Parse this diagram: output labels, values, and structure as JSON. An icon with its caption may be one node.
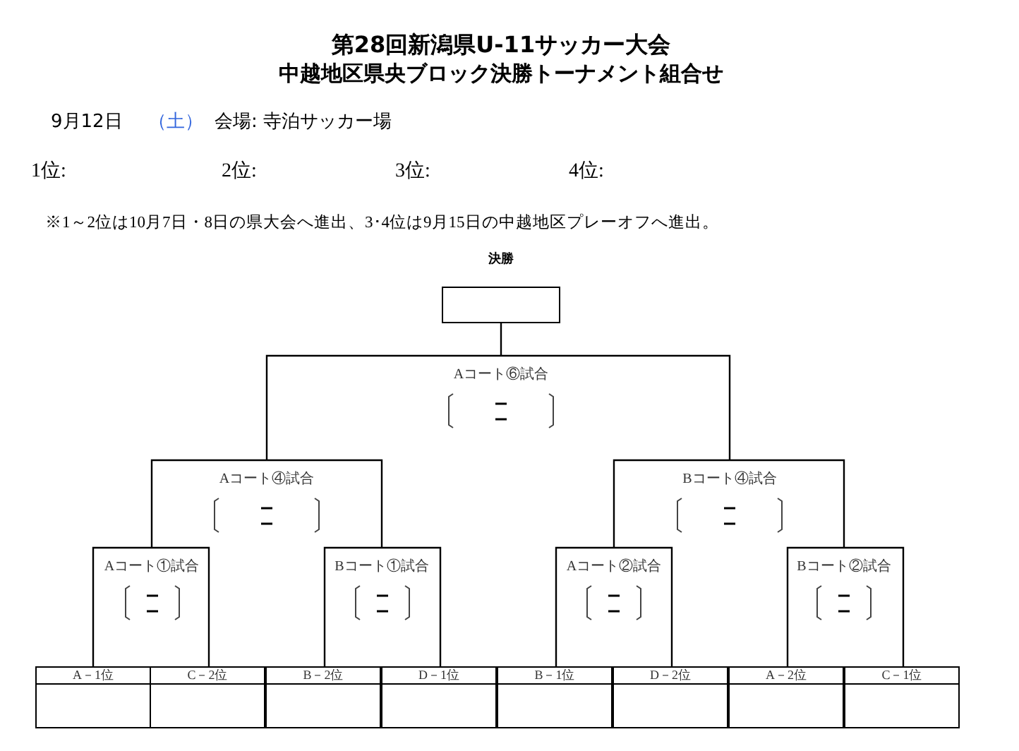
{
  "diagram": {
    "title": "第28回新潟県U-11サッカー大会",
    "nodes": [
      {
        "text": [
          "決勝"
        ]
      },
      {
        "text": [
          "Aコート⑥試合"
        ]
      },
      {
        "text": [
          "Aコート④試合"
        ]
      },
      {
        "text": [
          "Bコート④試合"
        ]
      },
      {
        "text": [
          "Aコート①試合"
        ]
      },
      {
        "text": [
          "Bコート①試合"
        ]
      },
      {
        "text": [
          "Aコート②試合"
        ]
      },
      {
        "text": [
          "Bコート②試合"
        ]
      },
      {
        "text": [
          "A－1位"
        ]
      },
      {
        "text": [
          "C－2位"
        ]
      },
      {
        "text": [
          "B－2位"
        ]
      },
      {
        "text": [
          "D－1位"
        ]
      },
      {
        "text": [
          "B－1位"
        ]
      },
      {
        "text": [
          "D－2位"
        ]
      },
      {
        "text": [
          "A－2位"
        ]
      },
      {
        "text": [
          "C－1位"
        ]
      }
    ],
    "edges": [
      {
        "from": 8,
        "to": 4,
        "arrow": "none"
      },
      {
        "from": 9,
        "to": 4,
        "arrow": "none"
      },
      {
        "from": 10,
        "to": 5,
        "arrow": "none"
      },
      {
        "from": 11,
        "to": 5,
        "arrow": "none"
      },
      {
        "from": 12,
        "to": 6,
        "arrow": "none"
      },
      {
        "from": 13,
        "to": 6,
        "arrow": "none"
      },
      {
        "from": 14,
        "to": 7,
        "arrow": "none"
      },
      {
        "from": 15,
        "to": 7,
        "arrow": "none"
      },
      {
        "from": 4,
        "to": 2,
        "arrow": "none"
      },
      {
        "from": 5,
        "to": 2,
        "arrow": "none"
      },
      {
        "from": 6,
        "to": 3,
        "arrow": "none"
      },
      {
        "from": 7,
        "to": 3,
        "arrow": "none"
      },
      {
        "from": 2,
        "to": 1,
        "arrow": "none"
      },
      {
        "from": 3,
        "to": 1,
        "arrow": "none"
      },
      {
        "from": 1,
        "to": 0,
        "arrow": "none"
      }
    ],
    "labels": [
      "中越地区県央ブロック決勝トーナメント組合せ",
      "9月12日",
      "（土）",
      "会場: 寺泊サッカー場",
      "1位:",
      "2位:",
      "3位:",
      "4位:",
      "※1～2位は10月7日・8日の県大会へ進出、3･4位は9月15日の中越地区プレーオフへ進出。"
    ]
  }
}
